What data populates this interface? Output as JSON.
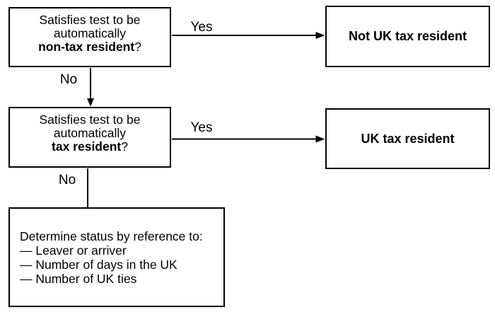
{
  "colors": {
    "background": "#ffffff",
    "ink": "#000000"
  },
  "nodes": {
    "q1": {
      "line1": "Satisfies test to be",
      "line2": "automatically",
      "line3_bold": "non-tax resident",
      "line3_suffix": "?"
    },
    "outcome1": {
      "label": "Not UK tax resident"
    },
    "q2": {
      "line1": "Satisfies test to be",
      "line2": "automatically",
      "line3_bold": "tax resident",
      "line3_suffix": "?"
    },
    "outcome2": {
      "label": "UK tax resident"
    },
    "determine": {
      "title": "Determine status by reference to:",
      "items": [
        "— Leaver or arriver",
        "— Number of days in the UK",
        "— Number of UK ties"
      ]
    }
  },
  "edges": {
    "q1_yes": {
      "label": "Yes"
    },
    "q1_no": {
      "label": "No"
    },
    "q2_yes": {
      "label": "Yes"
    },
    "q2_no": {
      "label": "No"
    }
  }
}
